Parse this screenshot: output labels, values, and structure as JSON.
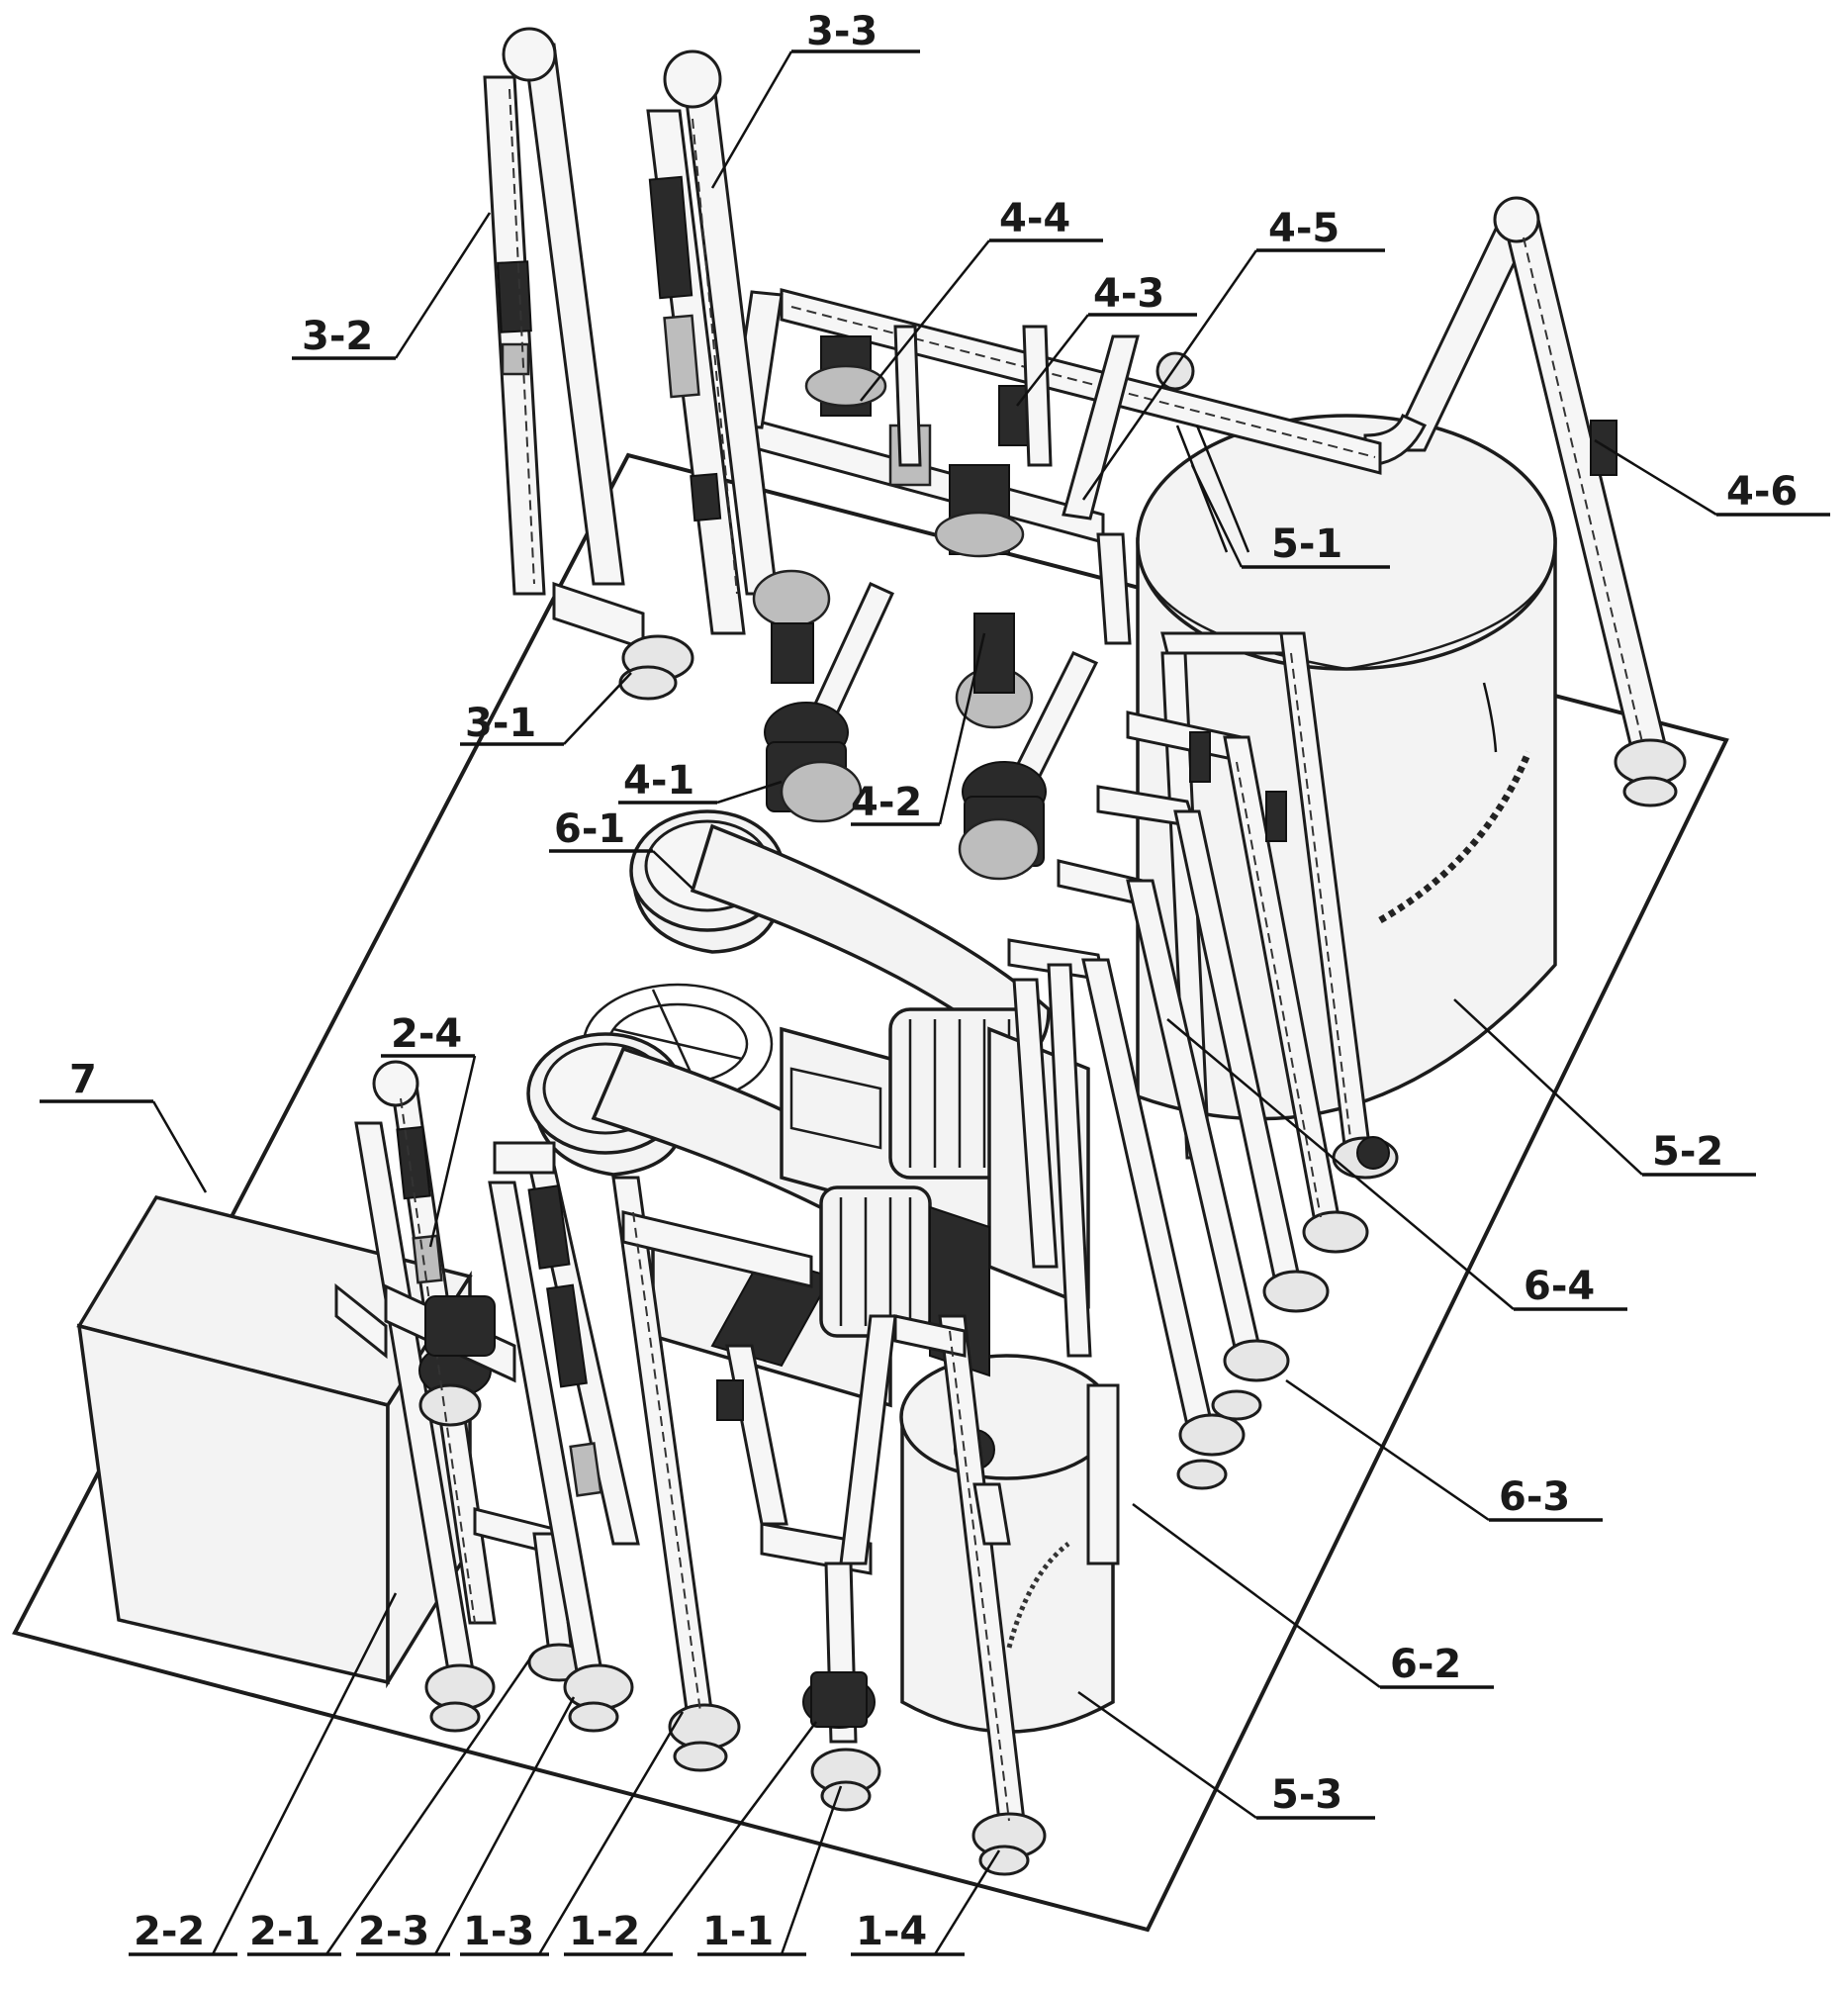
{
  "labels": [
    {
      "id": "l-3-3",
      "text": "3-3"
    },
    {
      "id": "l-3-2",
      "text": "3-2"
    },
    {
      "id": "l-3-1",
      "text": "3-1"
    },
    {
      "id": "l-4-4",
      "text": "4-4"
    },
    {
      "id": "l-4-5",
      "text": "4-5"
    },
    {
      "id": "l-4-3",
      "text": "4-3"
    },
    {
      "id": "l-4-6",
      "text": "4-6"
    },
    {
      "id": "l-5-1",
      "text": "5-1"
    },
    {
      "id": "l-4-1",
      "text": "4-1"
    },
    {
      "id": "l-4-2",
      "text": "4-2"
    },
    {
      "id": "l-6-1",
      "text": "6-1"
    },
    {
      "id": "l-2-4",
      "text": "2-4"
    },
    {
      "id": "l-7",
      "text": "7"
    },
    {
      "id": "l-5-2",
      "text": "5-2"
    },
    {
      "id": "l-6-4",
      "text": "6-4"
    },
    {
      "id": "l-6-3",
      "text": "6-3"
    },
    {
      "id": "l-6-2",
      "text": "6-2"
    },
    {
      "id": "l-5-3",
      "text": "5-3"
    },
    {
      "id": "l-2-2",
      "text": "2-2"
    },
    {
      "id": "l-2-1",
      "text": "2-1"
    },
    {
      "id": "l-2-3",
      "text": "2-3"
    },
    {
      "id": "l-1-3",
      "text": "1-3"
    },
    {
      "id": "l-1-2",
      "text": "1-2"
    },
    {
      "id": "l-1-1",
      "text": "1-1"
    },
    {
      "id": "l-1-4",
      "text": "1-4"
    }
  ]
}
